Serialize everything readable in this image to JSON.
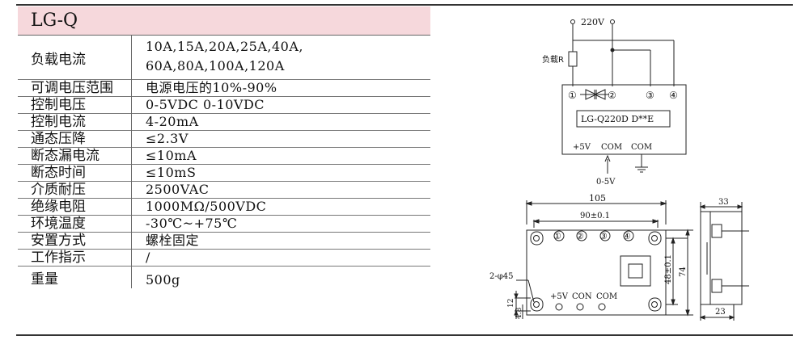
{
  "table": {
    "title": "LG-Q",
    "rows": [
      {
        "label": "负载电流",
        "value_line1": "10A,15A,20A,25A,40A,",
        "value_line2": "60A,80A,100A,120A"
      },
      {
        "label": "可调电压范围",
        "value": "电源电压的10%-90%"
      },
      {
        "label": "控制电压",
        "value": "0-5VDC  0-10VDC"
      },
      {
        "label": "控制电流",
        "value": "4-20mA"
      },
      {
        "label": "通态压降",
        "value": "≤2.3V"
      },
      {
        "label": "断态漏电流",
        "value": "≤10mA"
      },
      {
        "label": "断态时间",
        "value": "≤10mS"
      },
      {
        "label": "介质耐压",
        "value": "2500VAC"
      },
      {
        "label": "绝缘电阻",
        "value": "1000MΩ/500VDC"
      },
      {
        "label": "环境温度",
        "value": "-30℃~+75℃"
      },
      {
        "label": "安置方式",
        "value": "螺栓固定"
      },
      {
        "label": "工作指示",
        "value": "/"
      },
      {
        "label": "重量",
        "value": "500g"
      }
    ]
  },
  "wiring": {
    "supply": "220V",
    "load": "负载R",
    "terminals": [
      "①",
      "②",
      "③",
      "④"
    ],
    "model": "LG-Q220D D**E",
    "bottom_labels": [
      "+5V",
      "COM",
      "COM"
    ],
    "input": "0-5V"
  },
  "dimensions": {
    "width_overall": "105",
    "width_holes": "90±0.1",
    "height_overall": "74",
    "height_holes": "48±0.1",
    "hole": "2-φ45",
    "dim_12": "12",
    "dim_4_8": "4.8",
    "terminals": [
      "①",
      "②",
      "③",
      "④"
    ],
    "terminal_labels": [
      "+5V",
      "CON",
      "COM"
    ],
    "side_top": "33",
    "side_bottom": "23"
  }
}
